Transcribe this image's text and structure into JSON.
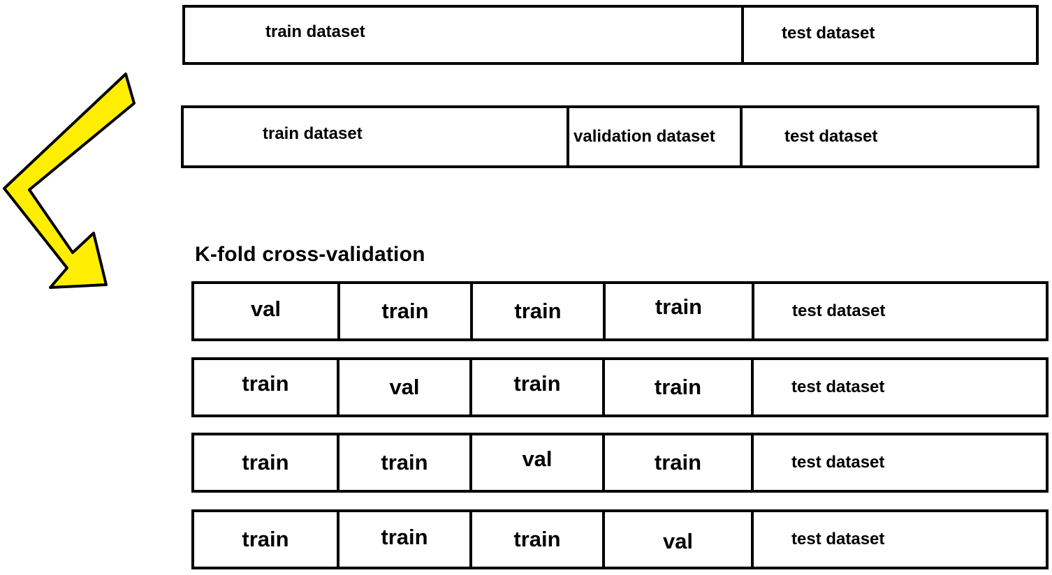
{
  "split_1": {
    "segments": [
      {
        "label": "train dataset"
      },
      {
        "label": "test dataset"
      }
    ]
  },
  "split_2": {
    "segments": [
      {
        "label": "train dataset"
      },
      {
        "label": "validation dataset"
      },
      {
        "label": "test dataset"
      }
    ]
  },
  "kfold": {
    "title": "K-fold cross-validation",
    "folds": [
      {
        "cells": [
          "val",
          "train",
          "train",
          "train"
        ],
        "test": "test dataset"
      },
      {
        "cells": [
          "train",
          "val",
          "train",
          "train"
        ],
        "test": "test dataset"
      },
      {
        "cells": [
          "train",
          "train",
          "val",
          "train"
        ],
        "test": "test dataset"
      },
      {
        "cells": [
          "train",
          "train",
          "train",
          "val"
        ],
        "test": "test dataset"
      }
    ]
  },
  "arrow": {
    "icon": "bent-arrow-down-right-icon",
    "fill": "#ffee00",
    "stroke": "#000000"
  }
}
